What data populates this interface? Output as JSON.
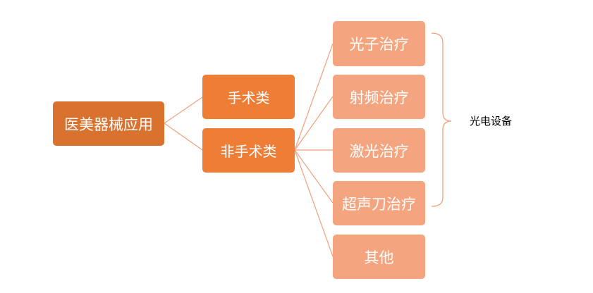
{
  "diagram": {
    "root": {
      "label": "医美器械应用",
      "children": [
        {
          "label": "手术类",
          "children": []
        },
        {
          "label": "非手术类",
          "children": [
            {
              "label": "光子治疗"
            },
            {
              "label": "射频治疗"
            },
            {
              "label": "激光治疗"
            },
            {
              "label": "超声刀治疗"
            },
            {
              "label": "其他"
            }
          ]
        }
      ]
    },
    "bracket_label": "光电设备",
    "colors": {
      "root_fill": "#D9722F",
      "level1_fill": "#EE7D35",
      "level2_fill": "#F4A47E",
      "connector": "#F0A07C",
      "text": "#FFFFFF"
    }
  }
}
